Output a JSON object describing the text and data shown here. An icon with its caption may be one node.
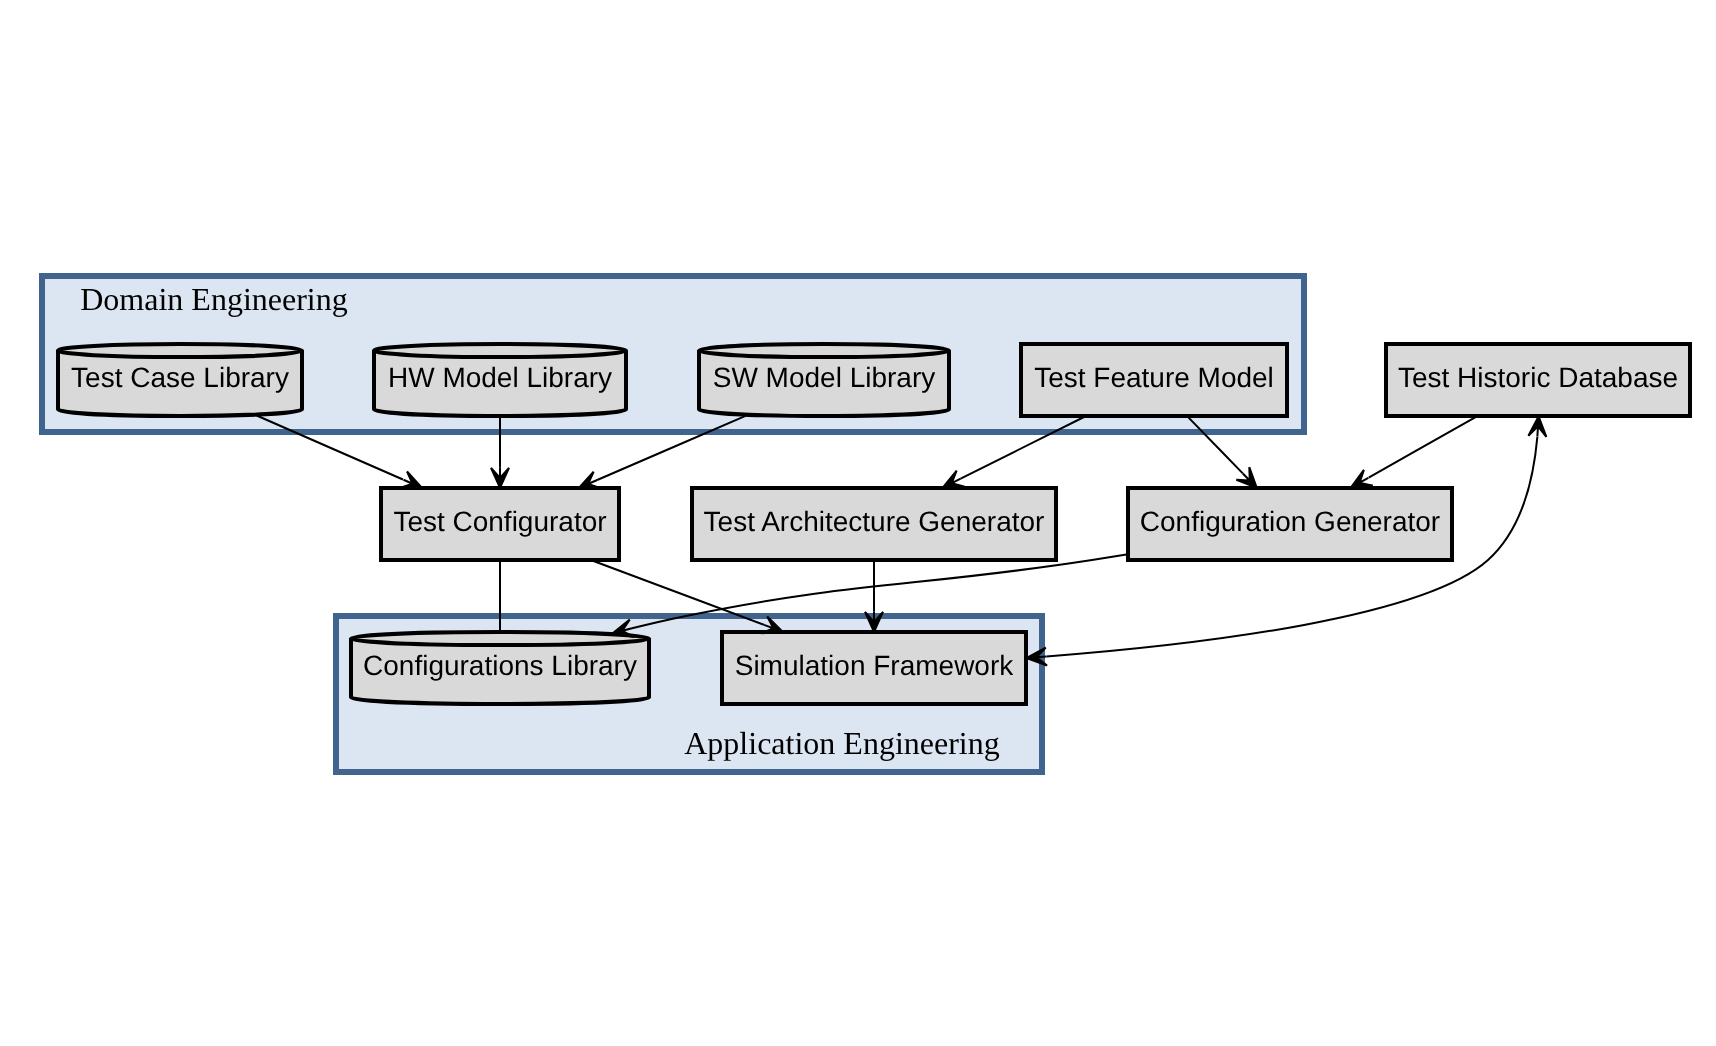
{
  "diagram": {
    "nodes": [
      {
        "text": [
          "Domain Engineering"
        ]
      },
      {
        "text": [
          "Test Feature Model"
        ],
        "in": 0
      },
      {
        "text": [
          "Test Case Library"
        ],
        "in": 0
      },
      {
        "text": [
          "SW Model Library"
        ],
        "in": 0
      },
      {
        "text": [
          "HW Model Library"
        ],
        "in": 0
      },
      {
        "text": [
          "Configuration Generator"
        ]
      },
      {
        "text": [
          "Test Architecture Generator"
        ]
      },
      {
        "text": [
          "Test Configurator"
        ]
      },
      {
        "text": [
          "Application Engineering"
        ]
      },
      {
        "text": [
          "Simulation Framework"
        ],
        "in": 8
      },
      {
        "text": [
          "Configurations Library"
        ],
        "in": 8
      },
      {
        "text": [
          "Test Historic Database"
        ]
      }
    ],
    "edges": [
      {
        "from": 1,
        "to": 5,
        "arrow": "to"
      },
      {
        "from": 1,
        "to": 6,
        "arrow": "to"
      },
      {
        "from": 2,
        "to": 7,
        "arrow": "to"
      },
      {
        "from": 3,
        "to": 7,
        "arrow": "to"
      },
      {
        "from": 4,
        "to": 7,
        "arrow": "to"
      },
      {
        "from": 6,
        "to": 9,
        "arrow": "to"
      },
      {
        "from": 7,
        "to": 9,
        "arrow": "to"
      },
      {
        "from": 7,
        "to": 10,
        "arrow": "none"
      },
      {
        "from": 5,
        "to": 10,
        "arrow": "to"
      },
      {
        "from": 9,
        "to": 11,
        "arrow": "both"
      },
      {
        "from": 11,
        "to": 5,
        "arrow": "to"
      }
    ]
  }
}
